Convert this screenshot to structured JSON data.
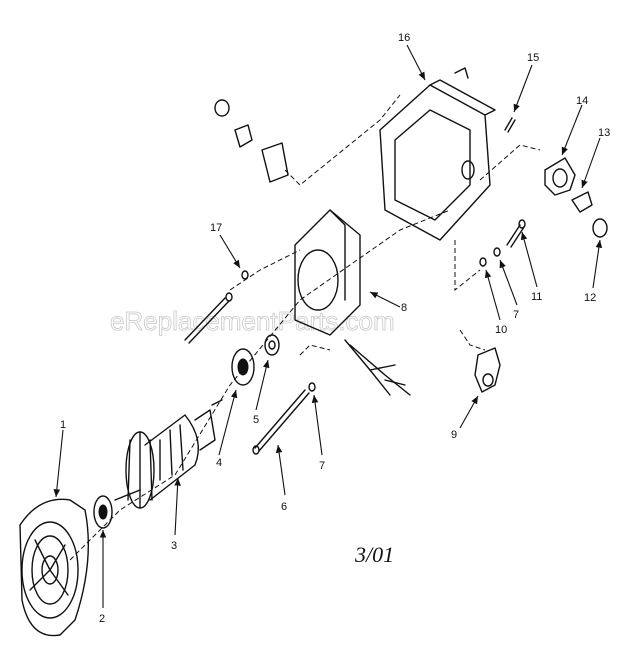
{
  "watermark": "eReplacementParts.com",
  "revision_mark": "3/01",
  "callouts": {
    "c1": "1",
    "c2": "2",
    "c3": "3",
    "c4": "4",
    "c5": "5",
    "c6": "6",
    "c7a": "7",
    "c7b": "7",
    "c8": "8",
    "c9": "9",
    "c10": "10",
    "c11": "11",
    "c12": "12",
    "c13": "13",
    "c14": "14",
    "c15": "15",
    "c16": "16",
    "c17": "17"
  }
}
